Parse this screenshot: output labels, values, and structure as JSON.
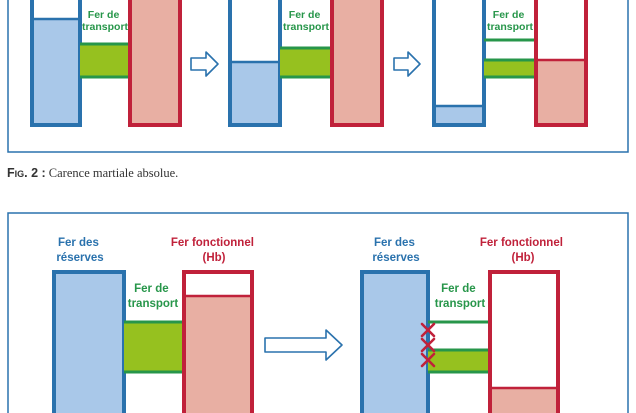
{
  "caption": {
    "label": "Fig. 2 :",
    "text": "Carence martiale absolue."
  },
  "labels": {
    "transport": [
      "Fer de",
      "transport"
    ],
    "reserves": [
      "Fer des",
      "réserves"
    ],
    "fonctionnel": [
      "Fer fonctionnel",
      "(Hb)"
    ]
  },
  "colors": {
    "reserves_border": "#2a72ad",
    "reserves_fill": "#a9c8e9",
    "fonctionnel_border": "#c0213a",
    "fonctionnel_fill": "#e8afa3",
    "transport_line": "#27964a",
    "transport_fill": "#96c11f",
    "frame": "#2a72ad",
    "blocked_mark": "#c0213a"
  },
  "icons": {
    "stage_arrow": "hollow-right-arrow-icon",
    "blocked_mark": "red-x-icon"
  }
}
